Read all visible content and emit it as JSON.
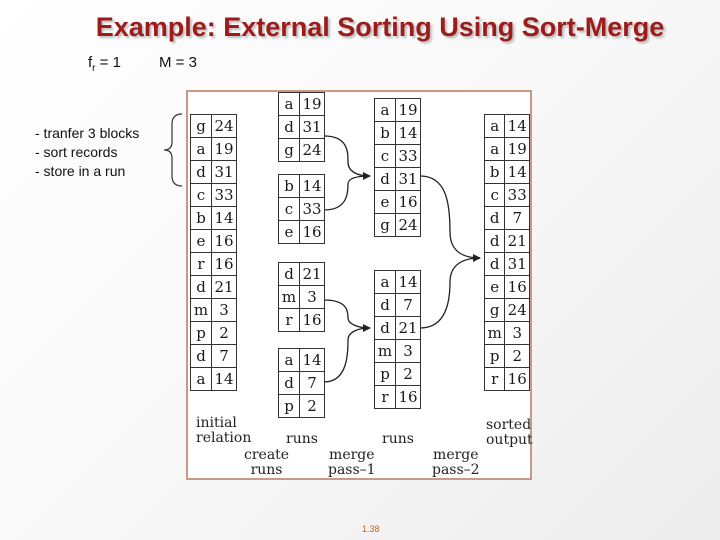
{
  "title": "Example: External Sorting Using Sort-Merge",
  "params": {
    "fr_base": "f",
    "fr_sub": "r",
    "fr_value": " = 1",
    "m": "M = 3"
  },
  "notes": [
    "- tranfer 3 blocks",
    "- sort records",
    "- store in a run"
  ],
  "initial_relation": [
    [
      "g",
      "24"
    ],
    [
      "a",
      "19"
    ],
    [
      "d",
      "31"
    ],
    [
      "c",
      "33"
    ],
    [
      "b",
      "14"
    ],
    [
      "e",
      "16"
    ],
    [
      "r",
      "16"
    ],
    [
      "d",
      "21"
    ],
    [
      "m",
      "3"
    ],
    [
      "p",
      "2"
    ],
    [
      "d",
      "7"
    ],
    [
      "a",
      "14"
    ]
  ],
  "runs_1": [
    [
      [
        "a",
        "19"
      ],
      [
        "d",
        "31"
      ],
      [
        "g",
        "24"
      ]
    ],
    [
      [
        "b",
        "14"
      ],
      [
        "c",
        "33"
      ],
      [
        "e",
        "16"
      ]
    ],
    [
      [
        "d",
        "21"
      ],
      [
        "m",
        "3"
      ],
      [
        "r",
        "16"
      ]
    ],
    [
      [
        "a",
        "14"
      ],
      [
        "d",
        "7"
      ],
      [
        "p",
        "2"
      ]
    ]
  ],
  "runs_2": [
    [
      [
        "a",
        "19"
      ],
      [
        "b",
        "14"
      ],
      [
        "c",
        "33"
      ],
      [
        "d",
        "31"
      ],
      [
        "e",
        "16"
      ],
      [
        "g",
        "24"
      ]
    ],
    [
      [
        "a",
        "14"
      ],
      [
        "d",
        "7"
      ],
      [
        "d",
        "21"
      ],
      [
        "m",
        "3"
      ],
      [
        "p",
        "2"
      ],
      [
        "r",
        "16"
      ]
    ]
  ],
  "sorted_output": [
    [
      "a",
      "14"
    ],
    [
      "a",
      "19"
    ],
    [
      "b",
      "14"
    ],
    [
      "c",
      "33"
    ],
    [
      "d",
      "7"
    ],
    [
      "d",
      "21"
    ],
    [
      "d",
      "31"
    ],
    [
      "e",
      "16"
    ],
    [
      "g",
      "24"
    ],
    [
      "m",
      "3"
    ],
    [
      "p",
      "2"
    ],
    [
      "r",
      "16"
    ]
  ],
  "captions": {
    "initial_1": "initial",
    "initial_2": "relation",
    "runs_a": "runs",
    "runs_b": "runs",
    "sorted_1": "sorted",
    "sorted_2": "output",
    "create_1": "create",
    "create_2": "runs",
    "merge1_1": "merge",
    "merge1_2": "pass–1",
    "merge2_1": "merge",
    "merge2_2": "pass–2"
  },
  "page_number": "1.38",
  "colors": {
    "title": "#9e1b1b",
    "figure_border": "#c89a86",
    "page_number": "#c8641e"
  }
}
